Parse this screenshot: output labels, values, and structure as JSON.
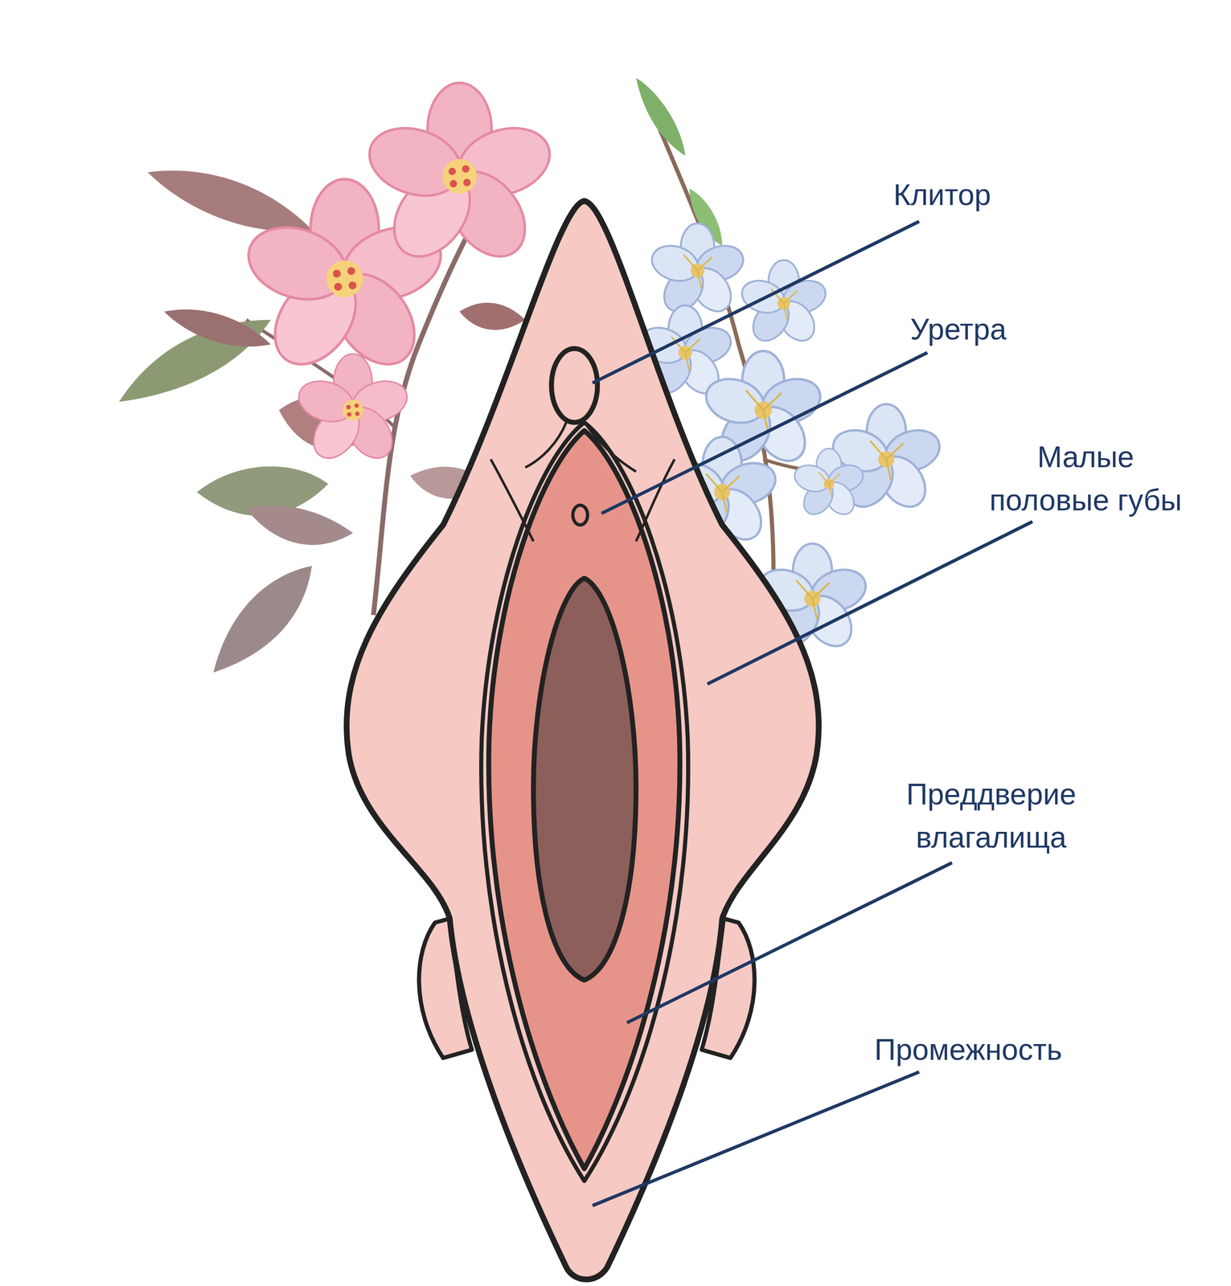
{
  "diagram": {
    "labels": [
      "Клитор",
      "Уретра",
      "Малые половые губы",
      "Преддверие влагалища",
      "Промежность"
    ]
  }
}
